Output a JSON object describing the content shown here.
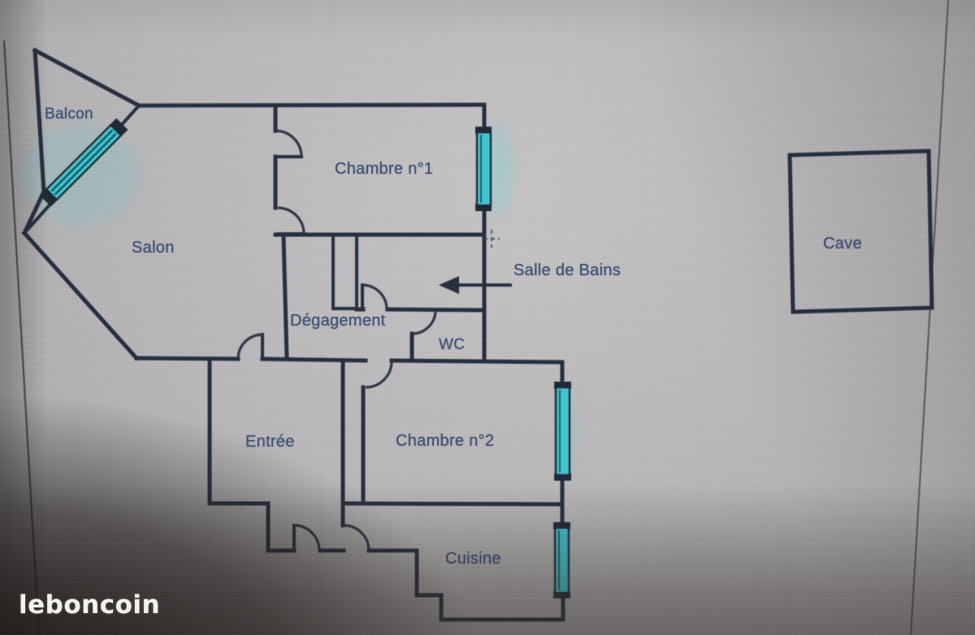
{
  "site": {
    "brand": "leboncoin"
  },
  "floor_plan": {
    "kind": "apartment-floor-plan-photo",
    "rooms": [
      {
        "id": "balcon",
        "label": "Balcon"
      },
      {
        "id": "salon",
        "label": "Salon"
      },
      {
        "id": "chambre-1",
        "label": "Chambre n°1"
      },
      {
        "id": "salle-de-bains",
        "label": "Salle de Bains"
      },
      {
        "id": "degagement",
        "label": "Dégagement"
      },
      {
        "id": "wc",
        "label": "WC"
      },
      {
        "id": "entree",
        "label": "Entrée"
      },
      {
        "id": "chambre-2",
        "label": "Chambre n°2"
      },
      {
        "id": "cuisine",
        "label": "Cuisine"
      },
      {
        "id": "cave",
        "label": "Cave"
      }
    ],
    "annotations": {
      "bathroom_arrow_target": "Salle de Bains",
      "cursor_mark": "text-cursor-crosshair"
    },
    "colors": {
      "wall": "#222b3c",
      "label_text": "#3e5174",
      "window_glazing": "#3fc6d0",
      "brand_text": "#f4f2ef"
    }
  }
}
